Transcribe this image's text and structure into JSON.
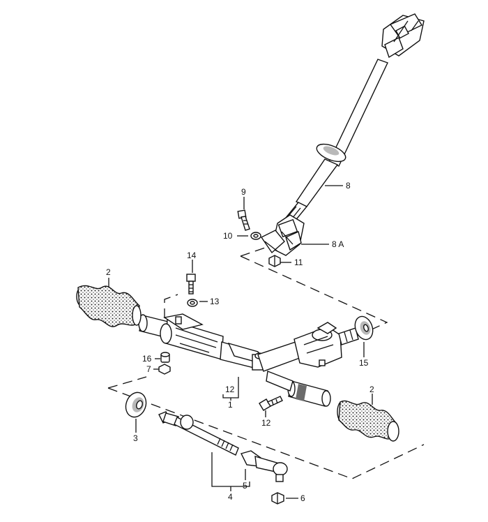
{
  "diagram": {
    "labels": {
      "l1": "1",
      "l2a": "2",
      "l2b": "2",
      "l3": "3",
      "l4": "4",
      "l5": "5",
      "l6": "6",
      "l7": "7",
      "l8": "8",
      "l8a": "8 A",
      "l9": "9",
      "l10": "10",
      "l11": "11",
      "l12a": "12",
      "l12b": "12",
      "l13": "13",
      "l14": "14",
      "l15": "15",
      "l16": "16"
    }
  }
}
